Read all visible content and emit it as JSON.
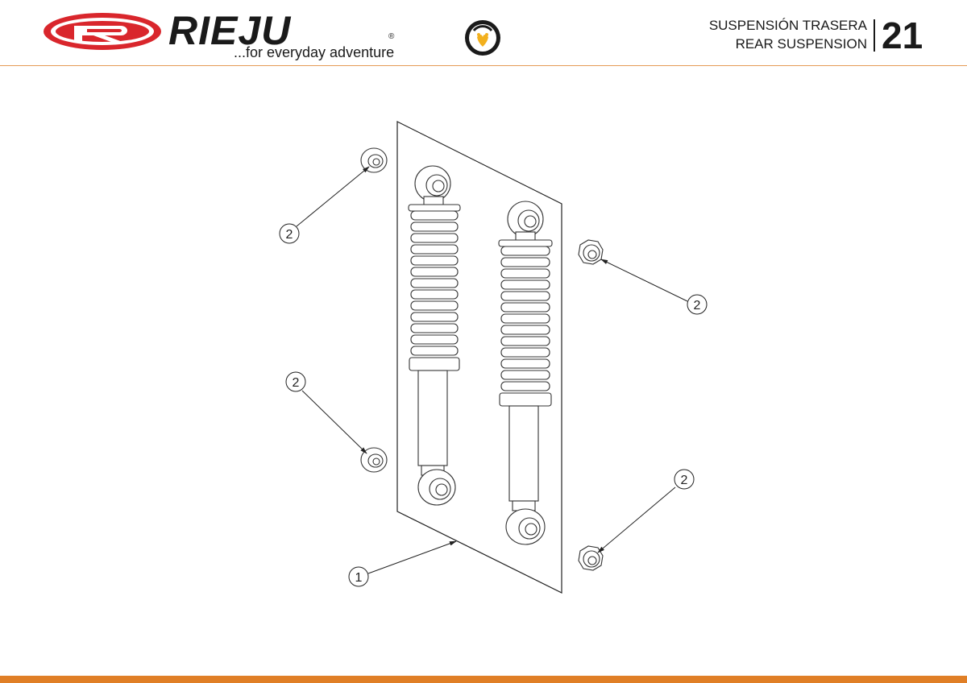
{
  "header": {
    "brand": "RIEJU",
    "registered_mark": "®",
    "tagline": "...for everyday adventure",
    "badge_icon": "eye-bike-badge-icon",
    "title_es": "SUSPENSIÓN TRASERA",
    "title_en": "REAR SUSPENSION",
    "page_number": "21"
  },
  "colors": {
    "brand_red": "#d9262c",
    "accent_orange": "#e07f26",
    "line": "#222222"
  },
  "diagram": {
    "callouts": [
      {
        "number": "1",
        "part": "shock-absorber-set"
      },
      {
        "number": "2",
        "part": "nut"
      },
      {
        "number": "2",
        "part": "nut"
      },
      {
        "number": "2",
        "part": "nut"
      },
      {
        "number": "2",
        "part": "nut"
      }
    ]
  }
}
